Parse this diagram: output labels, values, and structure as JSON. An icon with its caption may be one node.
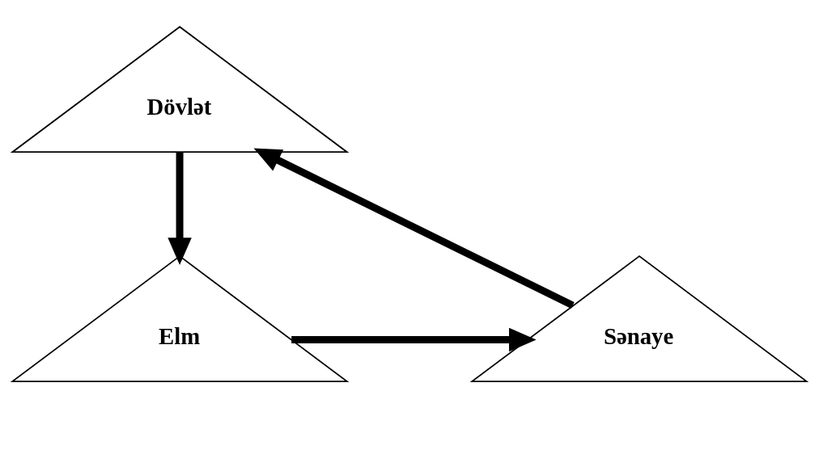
{
  "diagram": {
    "nodes": [
      {
        "text": [
          "Dövlət"
        ]
      },
      {
        "text": [
          "Elm"
        ]
      },
      {
        "text": [
          "Sənaye"
        ]
      }
    ],
    "edges": [
      {
        "from": 0,
        "to": 1,
        "arrow": "to"
      },
      {
        "from": 1,
        "to": 2,
        "arrow": "to"
      },
      {
        "from": 2,
        "to": 0,
        "arrow": "to"
      }
    ]
  }
}
